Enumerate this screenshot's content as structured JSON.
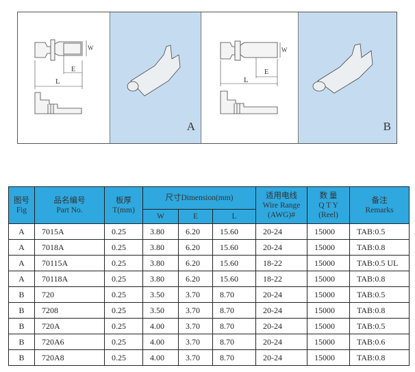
{
  "figures": [
    {
      "label": "A",
      "dim_labels": {
        "w": "W",
        "e": "E",
        "l": "L"
      }
    },
    {
      "label": "B",
      "dim_labels": {
        "w": "W",
        "e": "E",
        "l": "L"
      }
    }
  ],
  "table": {
    "headers": {
      "fig_cn": "图号",
      "fig_en": "Fig",
      "part_cn": "品名编号",
      "part_en": "Part No.",
      "t_cn": "板厚",
      "t_en": "T(mm)",
      "dim": "尺寸Dimension(mm)",
      "w": "W",
      "e": "E",
      "l": "L",
      "wire_cn": "适用电线",
      "wire_en": "Wire Range",
      "wire_unit": "(AWG)#",
      "qty_cn": "数 量",
      "qty_en": "Q T Y",
      "qty_unit": "(Reel)",
      "remarks_cn": "备注",
      "remarks_en": "Remarks"
    },
    "rows": [
      [
        "A",
        "7015A",
        "0.25",
        "3.80",
        "6.20",
        "15.60",
        "20-24",
        "15000",
        "TAB:0.5"
      ],
      [
        "A",
        "7018A",
        "0.25",
        "3.80",
        "6.20",
        "15.60",
        "20-24",
        "15000",
        "TAB:0.8"
      ],
      [
        "A",
        "70115A",
        "0.25",
        "3.80",
        "6.20",
        "15.60",
        "18-22",
        "15000",
        "TAB:0.5 UL"
      ],
      [
        "A",
        "70118A",
        "0.25",
        "3.80",
        "6.20",
        "15.60",
        "18-22",
        "15000",
        "TAB:0.8"
      ],
      [
        "B",
        "720",
        "0.25",
        "3.50",
        "3.70",
        "8.70",
        "20-24",
        "15000",
        "TAB:0.5"
      ],
      [
        "B",
        "7208",
        "0.25",
        "3.50",
        "3.70",
        "8.70",
        "20-24",
        "15000",
        "TAB:0.8"
      ],
      [
        "B",
        "720A",
        "0.25",
        "4.00",
        "3.70",
        "8.70",
        "20-24",
        "15000",
        "TAB:0.5"
      ],
      [
        "B",
        "720A6",
        "0.25",
        "4.00",
        "3.70",
        "8.70",
        "20-24",
        "15000",
        "TAB:0.6"
      ],
      [
        "B",
        "720A8",
        "0.25",
        "4.00",
        "3.70",
        "8.70",
        "20-24",
        "15000",
        "TAB:0.8"
      ]
    ]
  }
}
